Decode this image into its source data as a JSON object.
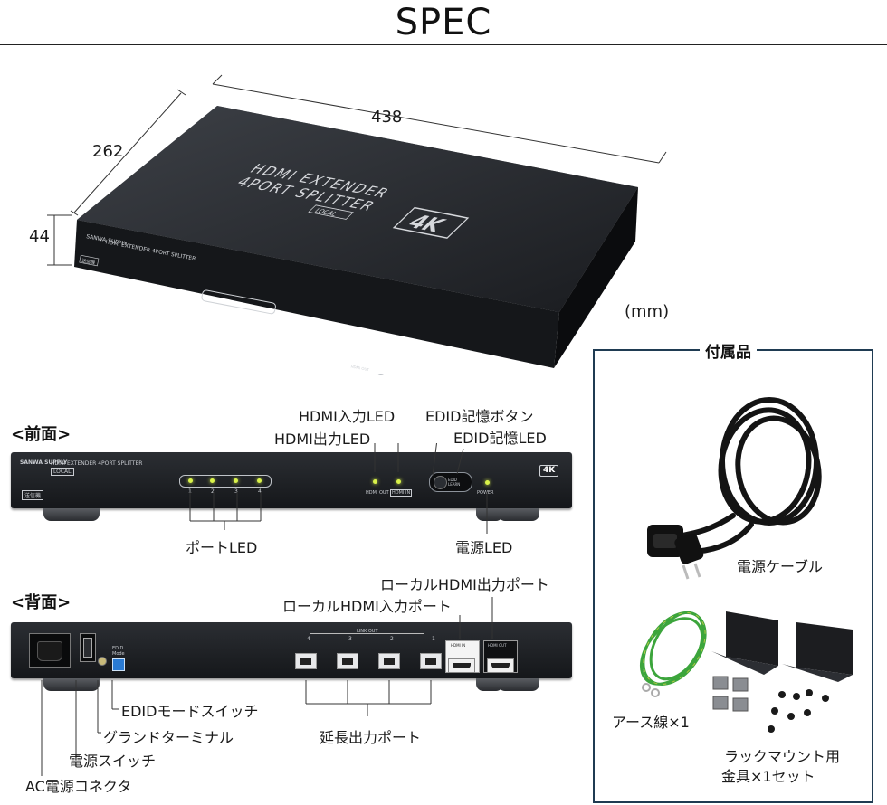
{
  "page": {
    "title": "SPEC",
    "unit": "(mm)"
  },
  "dimensions": {
    "width": "438",
    "depth": "262",
    "height": "44"
  },
  "device_print": {
    "brand": "SANWA SUPPLY",
    "top_line1": "HDMI EXTENDER",
    "top_line2": "4PORT SPLITTER",
    "top_tag": "LOCAL",
    "badge_4k": "4K",
    "front_model": "HDMI EXTENDER 4PORT SPLITTER",
    "front_tag": "LOCAL",
    "sender_tag": "送信機",
    "port_numbers": [
      "1",
      "2",
      "3",
      "4"
    ],
    "hdmi_out_led": "HDMI OUT",
    "hdmi_in_led": "HDMI IN",
    "edid_button": "EDID LEARN",
    "power_led": "POWER",
    "link_out": "LINK OUT",
    "link_ports": [
      "4",
      "3",
      "2",
      "1"
    ],
    "rear_hdmi_in": "HDMI IN",
    "rear_hdmi_out": "HDMI OUT",
    "edid_mode": "EDID Mode"
  },
  "front": {
    "heading": "<前面>",
    "labels": {
      "hdmi_in_led": "HDMI入力LED",
      "hdmi_out_led": "HDMI出力LED",
      "edid_button": "EDID記憶ボタン",
      "edid_led": "EDID記憶LED",
      "port_led": "ポートLED",
      "power_led": "電源LED"
    }
  },
  "rear": {
    "heading": "<背面>",
    "labels": {
      "local_hdmi_out": "ローカルHDMI出力ポート",
      "local_hdmi_in": "ローカルHDMI入力ポート",
      "edid_mode_switch": "EDIDモードスイッチ",
      "ground_terminal": "グランドターミナル",
      "power_switch": "電源スイッチ",
      "ac_connector": "AC電源コネクタ",
      "extension_ports": "延長出力ポート"
    }
  },
  "accessories": {
    "heading": "付属品",
    "power_cable": "電源ケーブル",
    "ground_wire": "アース線×1",
    "rack_mount_line1": "ラックマウント用",
    "rack_mount_line2": "金具×1セット"
  },
  "colors": {
    "device_body": "#1d1f23",
    "led_green": "#d9f24a",
    "accessory_frame": "#1f3b52",
    "ground_wire": "#3ca53c",
    "edid_switch": "#2a7bd4"
  }
}
